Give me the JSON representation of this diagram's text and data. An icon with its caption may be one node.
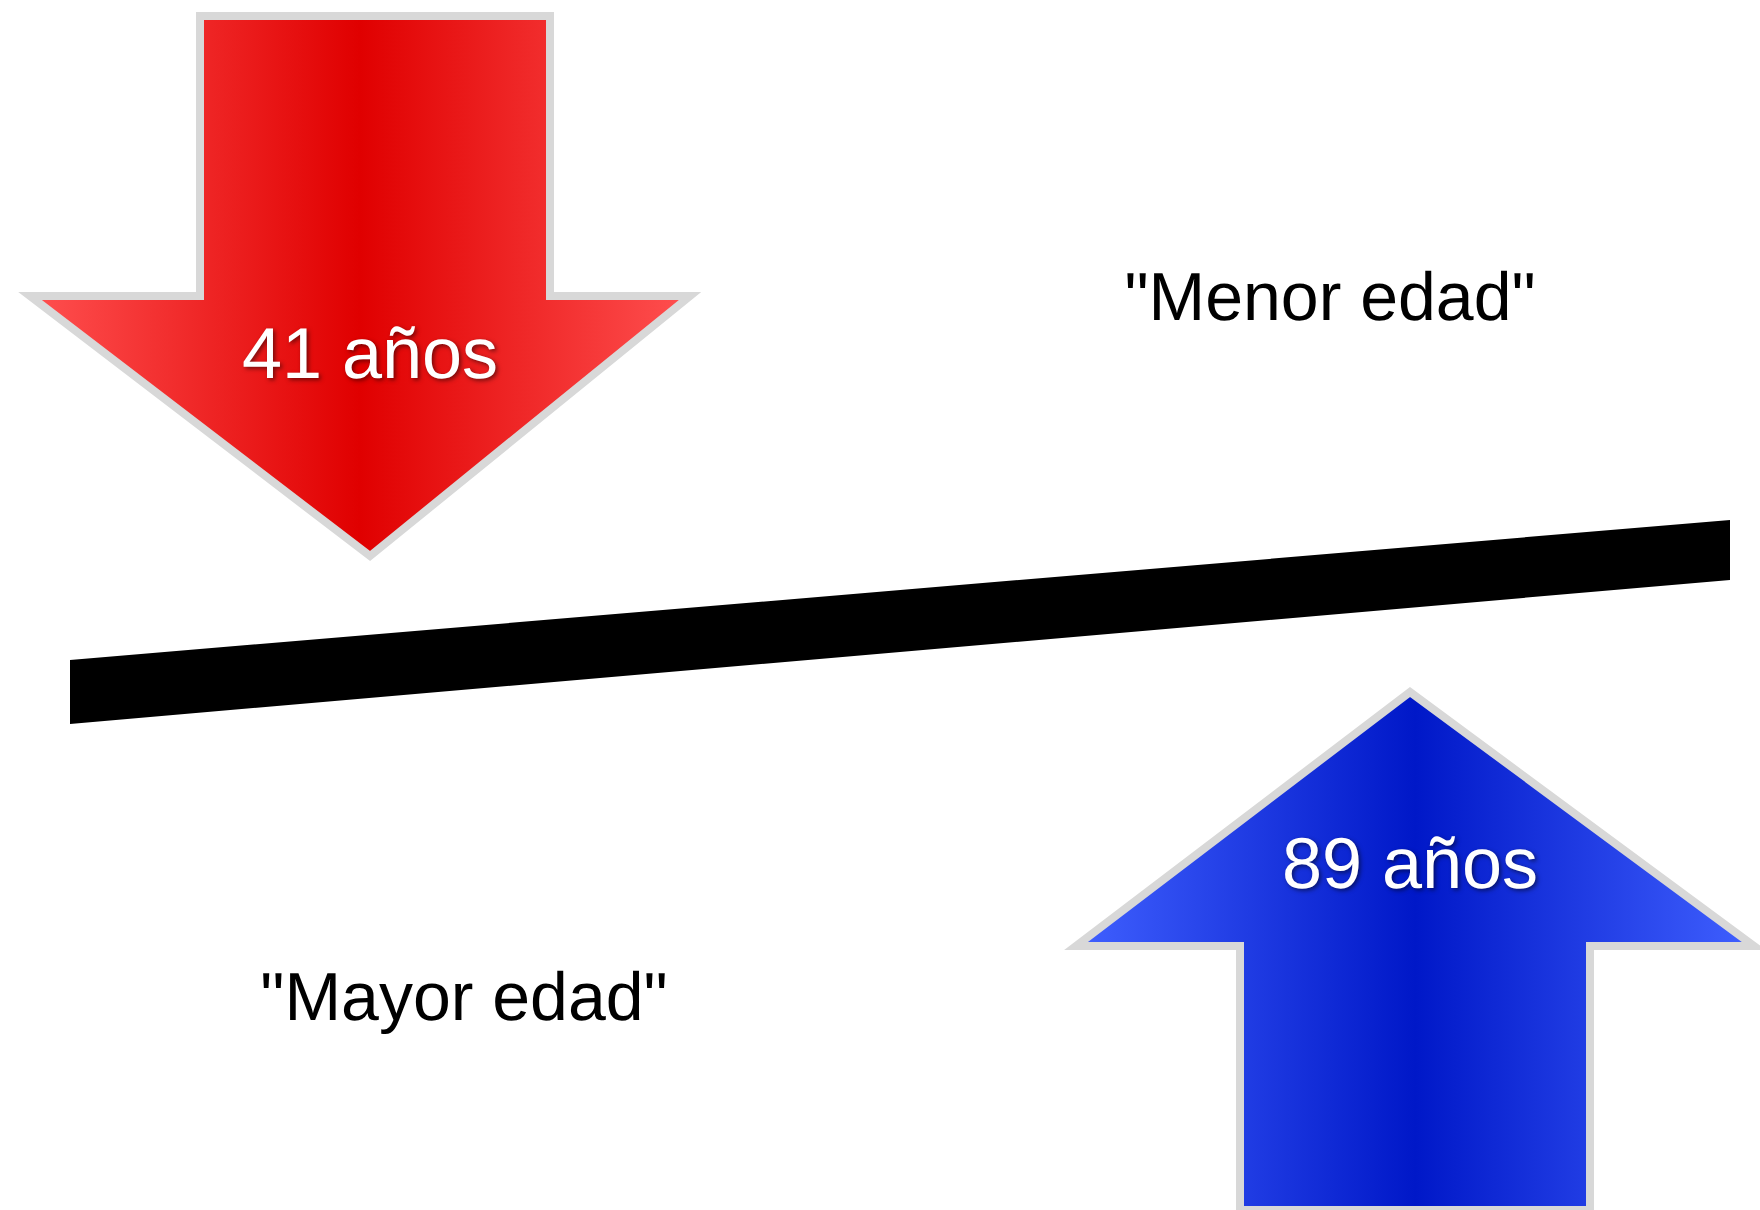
{
  "diagram": {
    "nodes": [
      {
        "text": [
          "41 años"
        ]
      },
      {
        "text": [],
        "shape": "bar"
      },
      {
        "text": [
          "89 años"
        ]
      }
    ],
    "labels": [
      "\"Menor edad\"",
      "\"Mayor edad\""
    ]
  }
}
